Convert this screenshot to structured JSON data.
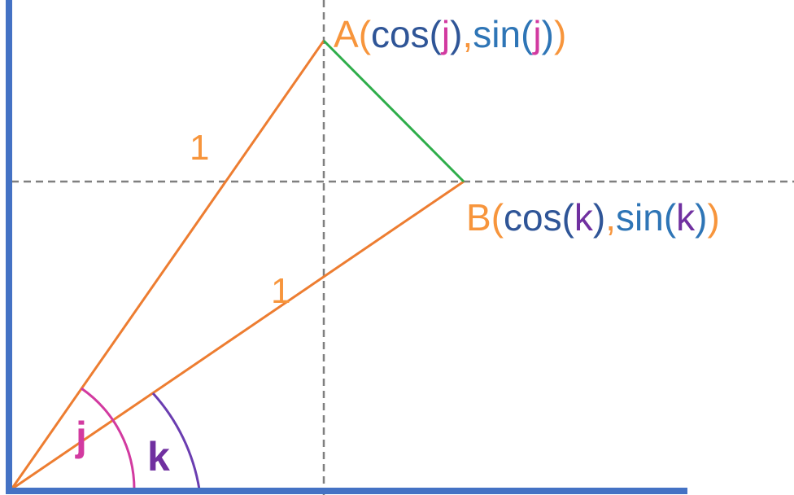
{
  "colors": {
    "axis": "#4472C4",
    "radius": "#ED7D31",
    "chord": "#2EAD4A",
    "guide": "#7F7F7F",
    "label_orange": "#F7953C",
    "label_navy": "#2F5597",
    "label_blue": "#2E75B6",
    "angle_j": "#D23AA0",
    "angle_k": "#7030A0",
    "arc_k": "#6A3DB0"
  },
  "point_a": {
    "letter": "A",
    "open": "(",
    "cos": "cos(",
    "var": "j",
    "close1": ")",
    "comma": ",",
    "sin": "sin(",
    "var2": "j",
    "close2": ")",
    "close3": ")"
  },
  "point_b": {
    "letter": "B",
    "open": "(",
    "cos": "cos(",
    "var": "k",
    "close1": ")",
    "comma": ",",
    "sin": "sin(",
    "var2": "k",
    "close2": ")",
    "close3": ")"
  },
  "radius_label_a": "1",
  "radius_label_b": "1",
  "angle_j_label": "j",
  "angle_k_label": "k"
}
